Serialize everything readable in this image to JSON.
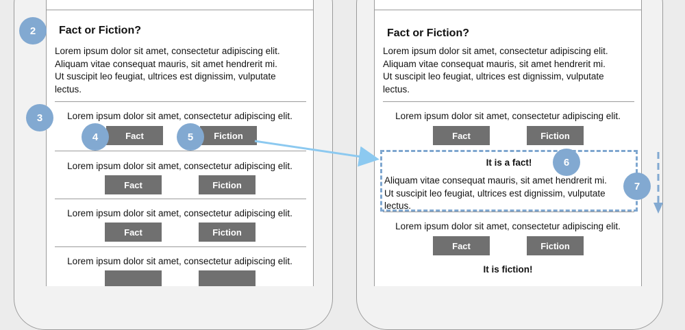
{
  "left_screen": {
    "title": "Fact or Fiction?",
    "intro_lines": [
      "Lorem ipsum dolor sit amet, consectetur adipiscing elit.",
      "Aliquam vitae consequat mauris, sit amet hendrerit mi.",
      "Ut suscipit leo feugiat, ultrices est dignissim, vulputate",
      "lectus."
    ],
    "questions": [
      {
        "text": "Lorem ipsum dolor sit amet, consectetur adipiscing elit.",
        "fact_label": "Fact",
        "fiction_label": "Fiction"
      },
      {
        "text": "Lorem ipsum dolor sit amet, consectetur adipiscing elit.",
        "fact_label": "Fact",
        "fiction_label": "Fiction"
      },
      {
        "text": "Lorem ipsum dolor sit amet, consectetur adipiscing elit.",
        "fact_label": "Fact",
        "fiction_label": "Fiction"
      },
      {
        "text": "Lorem ipsum dolor sit amet, consectetur adipiscing elit."
      }
    ]
  },
  "right_screen": {
    "title": "Fact or Fiction?",
    "intro_lines": [
      "Lorem ipsum dolor sit amet, consectetur adipiscing elit.",
      "Aliquam vitae consequat mauris, sit amet hendrerit mi.",
      "Ut suscipit leo feugiat, ultrices est dignissim, vulputate",
      "lectus."
    ],
    "question_1": {
      "text": "Lorem ipsum dolor sit amet, consectetur adipiscing elit.",
      "fact_label": "Fact",
      "fiction_label": "Fiction"
    },
    "feedback": {
      "title": "It is a fact!",
      "lines": [
        "Aliquam vitae consequat mauris, sit amet hendrerit mi.",
        "Ut suscipit leo feugiat, ultrices est dignissim, vulputate",
        "lectus."
      ]
    },
    "question_2": {
      "text": "Lorem ipsum dolor sit amet, consectetur adipiscing elit.",
      "fact_label": "Fact",
      "fiction_label": "Fiction"
    },
    "feedback_2_title": "It is fiction!"
  },
  "annotations": {
    "b2": "2",
    "b3": "3",
    "b4": "4",
    "b5": "5",
    "b6": "6",
    "b7": "7"
  },
  "colors": {
    "annotation_blue": "#82a9d1",
    "arrow_blue": "#8cc9f0",
    "button_gray": "#707070"
  }
}
